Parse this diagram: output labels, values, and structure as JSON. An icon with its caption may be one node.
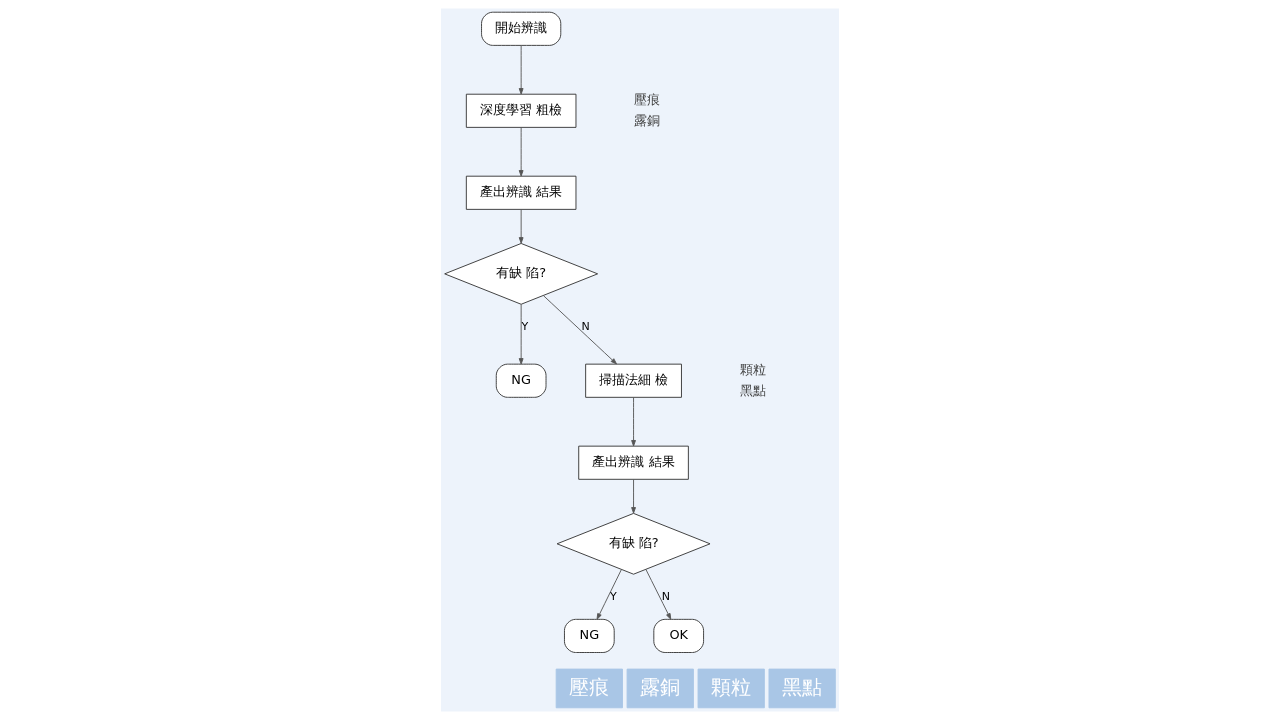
{
  "diagram": {
    "nodes": [
      {
        "text": [
          "開始辨識"
        ]
      },
      {
        "text": [
          "深度學習 粗檢"
        ],
        "beside": [
          "壓痕",
          "露銅"
        ]
      },
      {
        "text": [
          "產出辨識 結果"
        ]
      },
      {
        "text": [
          "有缺 陷?"
        ]
      },
      {
        "text": [
          "NG"
        ]
      },
      {
        "text": [
          "掃描法細 檢"
        ],
        "beside": [
          "顆粒",
          "黑點"
        ]
      },
      {
        "text": [
          "產出辨識 結果"
        ]
      },
      {
        "text": [
          "有缺 陷?"
        ]
      },
      {
        "text": [
          "NG"
        ]
      },
      {
        "text": [
          "OK"
        ]
      },
      {
        "text": [
          "壓痕"
        ]
      },
      {
        "text": [
          "露銅"
        ]
      },
      {
        "text": [
          "顆粒"
        ]
      },
      {
        "text": [
          "黑點"
        ]
      }
    ],
    "edges": [
      {
        "from": 0,
        "to": 1,
        "arrow": "to"
      },
      {
        "from": 1,
        "to": 2,
        "arrow": "to"
      },
      {
        "from": 2,
        "to": 3,
        "arrow": "to"
      },
      {
        "from": 3,
        "to": 4,
        "arrow": "to",
        "label": "Y"
      },
      {
        "from": 3,
        "to": 5,
        "arrow": "to",
        "label": "N"
      },
      {
        "from": 5,
        "to": 6,
        "arrow": "to"
      },
      {
        "from": 6,
        "to": 7,
        "arrow": "to"
      },
      {
        "from": 7,
        "to": 8,
        "arrow": "to",
        "label": "Y"
      },
      {
        "from": 7,
        "to": 9,
        "arrow": "to",
        "label": "N"
      }
    ]
  }
}
